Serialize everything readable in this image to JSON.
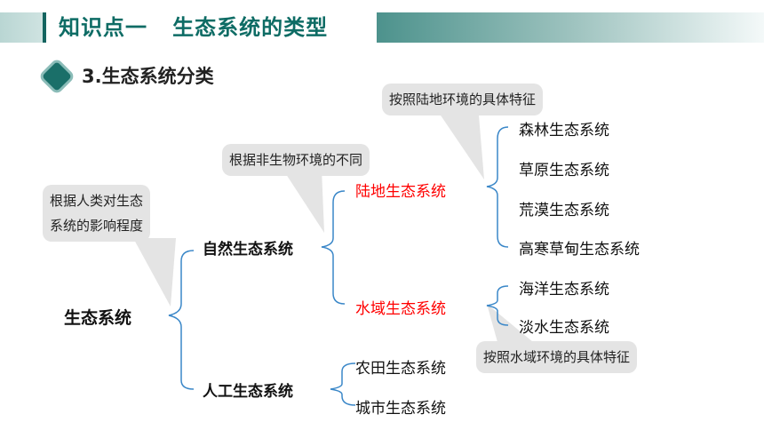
{
  "header": {
    "title": "知识点一   生态系统的类型"
  },
  "section": {
    "title": "3.生态系统分类"
  },
  "tree": {
    "root": "生态系统",
    "natural": "自然生态系统",
    "artificial": "人工生态系统",
    "land": "陆地生态系统",
    "water": "水域生态系统",
    "land_items": [
      "森林生态系统",
      "草原生态系统",
      "荒漠生态系统",
      "高寒草甸生态系统"
    ],
    "water_items": [
      "海洋生态系统",
      "淡水生态系统"
    ],
    "artificial_items": [
      "农田生态系统",
      "城市生态系统"
    ]
  },
  "callouts": {
    "human": [
      "根据人类对生态",
      "系统的影响程度"
    ],
    "abiotic": "根据非生物环境的不同",
    "land_env": "按照陆地环境的具体特征",
    "water_env": "按照水域环境的具体特征"
  },
  "colors": {
    "accent": "#0e6c65",
    "red_text": "#ff0000",
    "bracket": "#3a87c8",
    "callout_bg": "#e4e4e4"
  }
}
